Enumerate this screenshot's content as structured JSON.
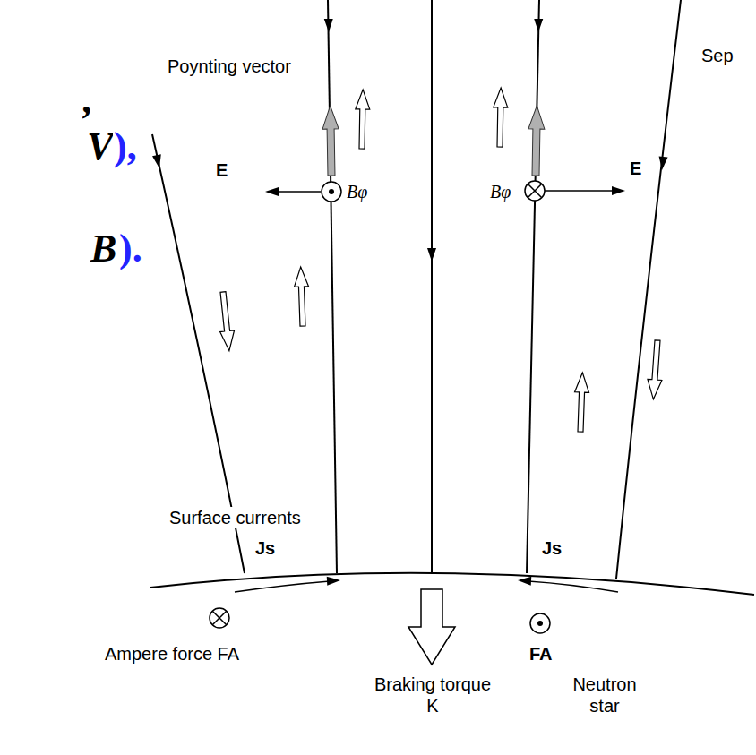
{
  "diagram": {
    "labels": [
      ",",
      "V",
      "),",
      "B",
      ").",
      "Poynting vector",
      "E",
      "Bφ",
      "E",
      "Bφ",
      "Sep",
      "Surface currents",
      "Js",
      "Js",
      "Ampere force FA",
      "FA",
      "Braking torque K",
      "Neutron star"
    ]
  }
}
